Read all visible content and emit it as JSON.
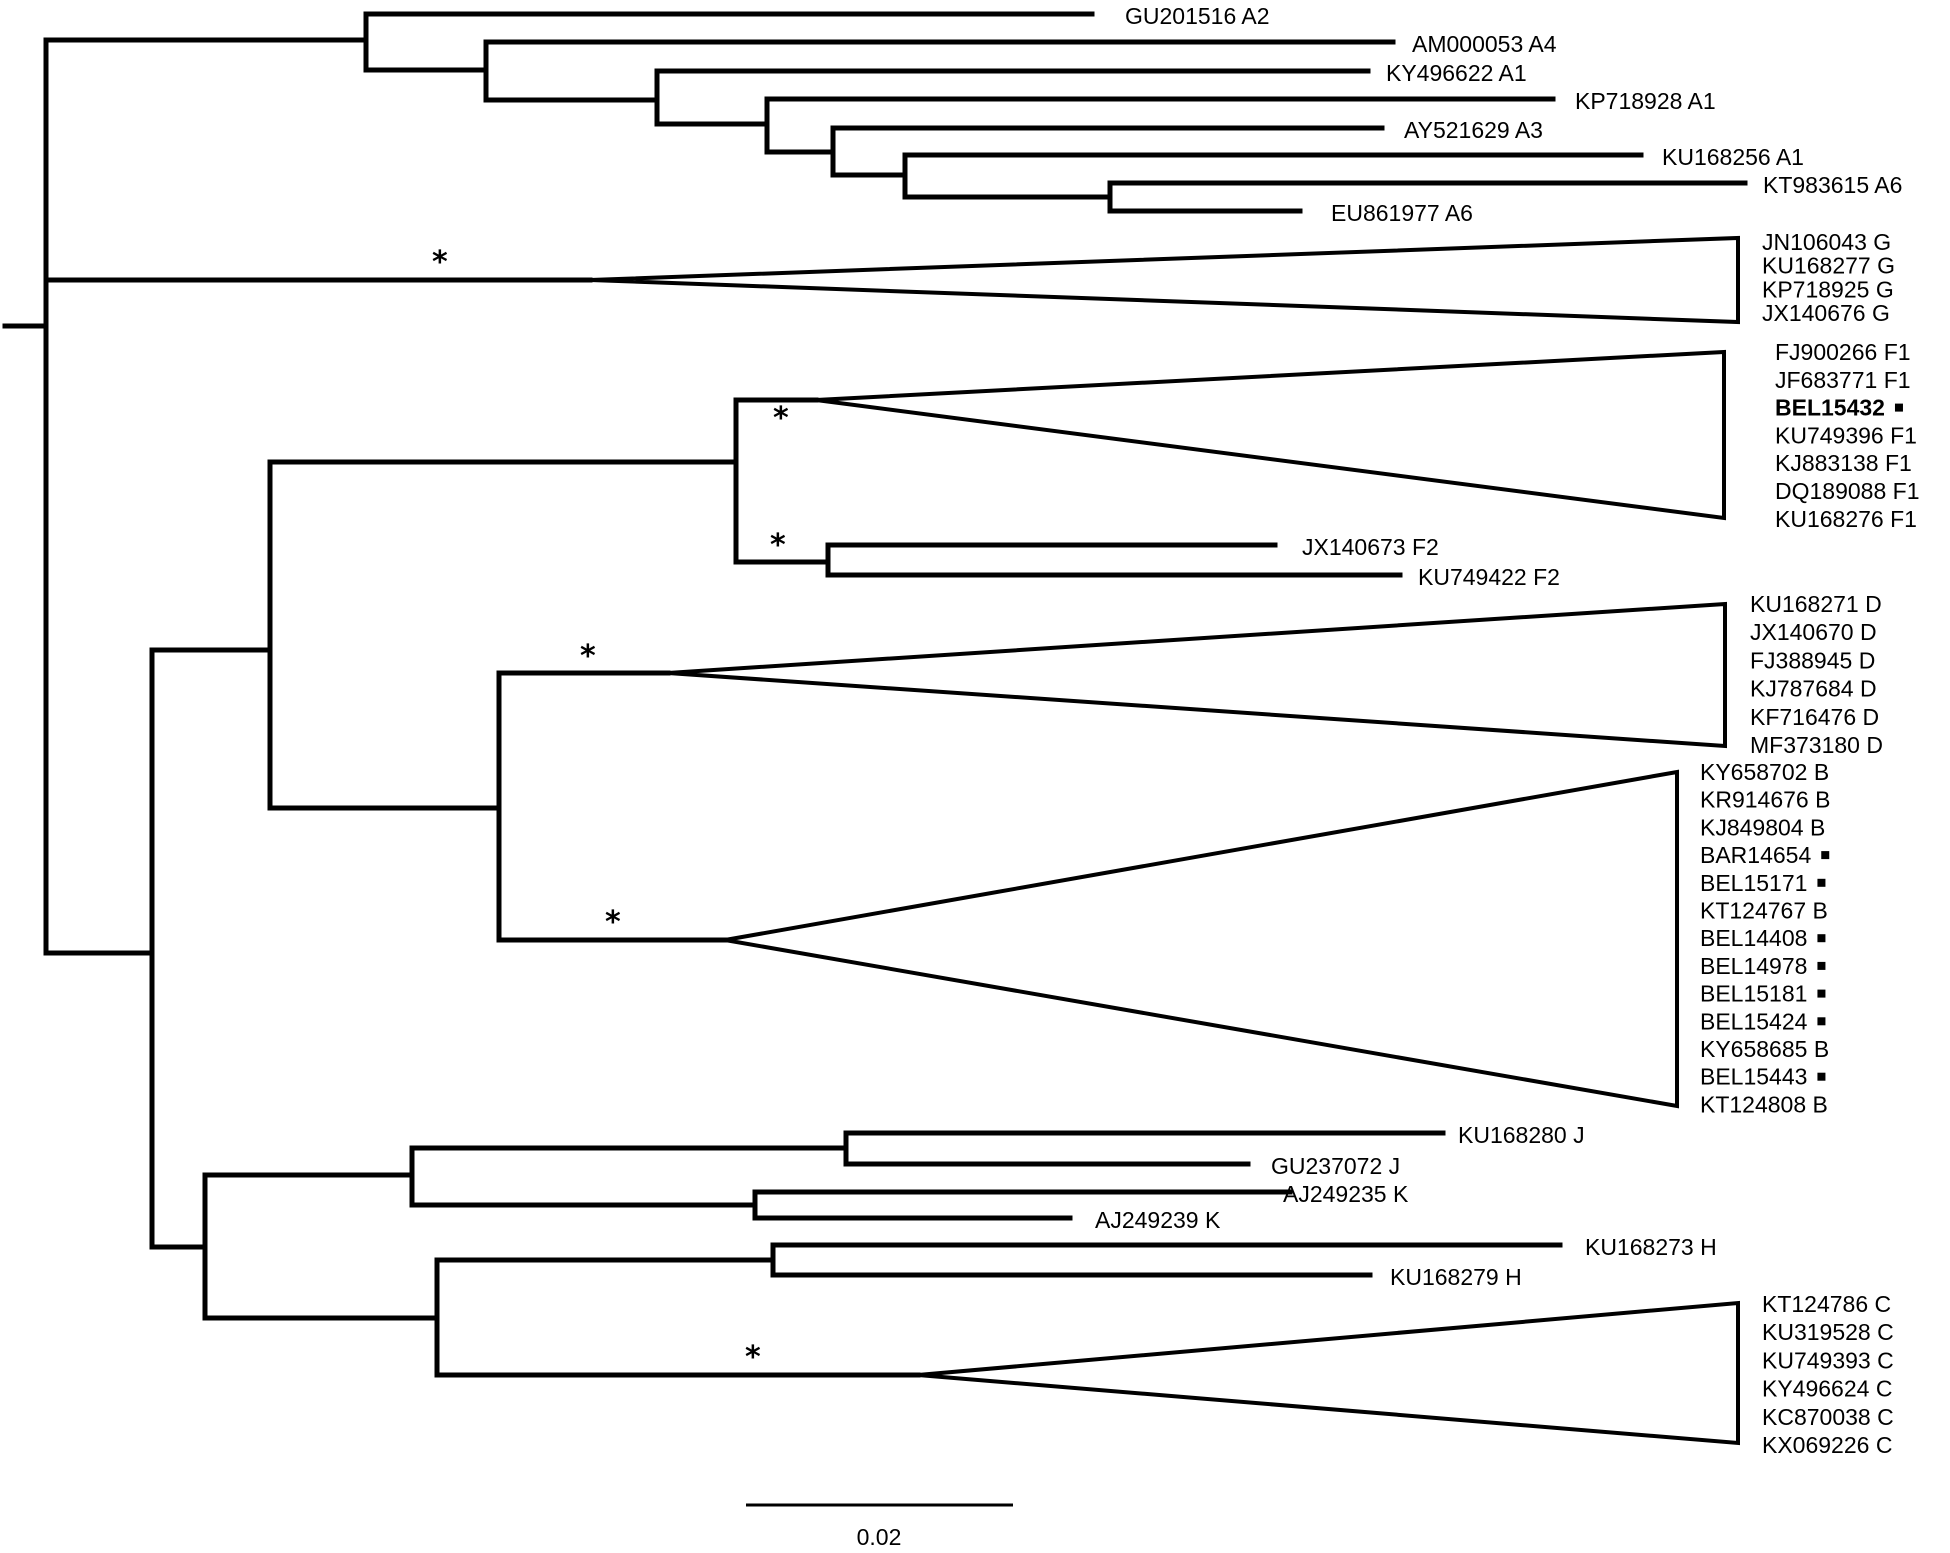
{
  "leaves": [
    {
      "id": "gu201516",
      "label": "GU201516 A2"
    },
    {
      "id": "am000053",
      "label": "AM000053 A4"
    },
    {
      "id": "ky496622",
      "label": "KY496622 A1"
    },
    {
      "id": "kp718928",
      "label": "KP718928 A1"
    },
    {
      "id": "ay521629",
      "label": "AY521629 A3"
    },
    {
      "id": "ku168256",
      "label": "KU168256 A1"
    },
    {
      "id": "kt983615",
      "label": "KT983615 A6"
    },
    {
      "id": "eu861977",
      "label": "EU861977 A6"
    },
    {
      "id": "jx140673",
      "label": "JX140673 F2"
    },
    {
      "id": "ku749422",
      "label": "KU749422 F2"
    },
    {
      "id": "ku168280",
      "label": "KU168280 J"
    },
    {
      "id": "gu237072",
      "label": "GU237072 J"
    },
    {
      "id": "aj249235",
      "label": "AJ249235 K"
    },
    {
      "id": "aj249239",
      "label": "AJ249239 K"
    },
    {
      "id": "ku168273",
      "label": "KU168273 H"
    },
    {
      "id": "ku168279",
      "label": "KU168279 H"
    }
  ],
  "clades": [
    {
      "id": "g",
      "labels": [
        {
          "text": "JN106043 G"
        },
        {
          "text": "KU168277 G"
        },
        {
          "text": "KP718925 G"
        },
        {
          "text": "JX140676 G"
        }
      ]
    },
    {
      "id": "f1",
      "labels": [
        {
          "text": "FJ900266 F1"
        },
        {
          "text": "JF683771 F1"
        },
        {
          "text": "BEL15432",
          "bold": true,
          "marker": true
        },
        {
          "text": "KU749396 F1"
        },
        {
          "text": "KJ883138 F1"
        },
        {
          "text": "DQ189088 F1"
        },
        {
          "text": "KU168276 F1"
        }
      ]
    },
    {
      "id": "d",
      "labels": [
        {
          "text": "KU168271 D"
        },
        {
          "text": "JX140670 D"
        },
        {
          "text": "FJ388945 D"
        },
        {
          "text": "KJ787684 D"
        },
        {
          "text": "KF716476 D"
        },
        {
          "text": "MF373180 D"
        }
      ]
    },
    {
      "id": "b",
      "labels": [
        {
          "text": "KY658702 B"
        },
        {
          "text": "KR914676 B"
        },
        {
          "text": "KJ849804 B"
        },
        {
          "text": "BAR14654",
          "marker": true
        },
        {
          "text": "BEL15171",
          "marker": true
        },
        {
          "text": "KT124767 B"
        },
        {
          "text": "BEL14408",
          "marker": true
        },
        {
          "text": "BEL14978",
          "marker": true
        },
        {
          "text": "BEL15181",
          "marker": true
        },
        {
          "text": "BEL15424",
          "marker": true
        },
        {
          "text": "KY658685 B"
        },
        {
          "text": "BEL15443",
          "marker": true
        },
        {
          "text": "KT124808 B"
        }
      ]
    },
    {
      "id": "c",
      "labels": [
        {
          "text": "KT124786 C"
        },
        {
          "text": "KU319528 C"
        },
        {
          "text": "KU749393 C"
        },
        {
          "text": "KY496624 C"
        },
        {
          "text": "KC870038 C"
        },
        {
          "text": "KX069226 C"
        }
      ]
    }
  ],
  "support_symbol": "*",
  "scale_bar": {
    "label": "0.02"
  }
}
